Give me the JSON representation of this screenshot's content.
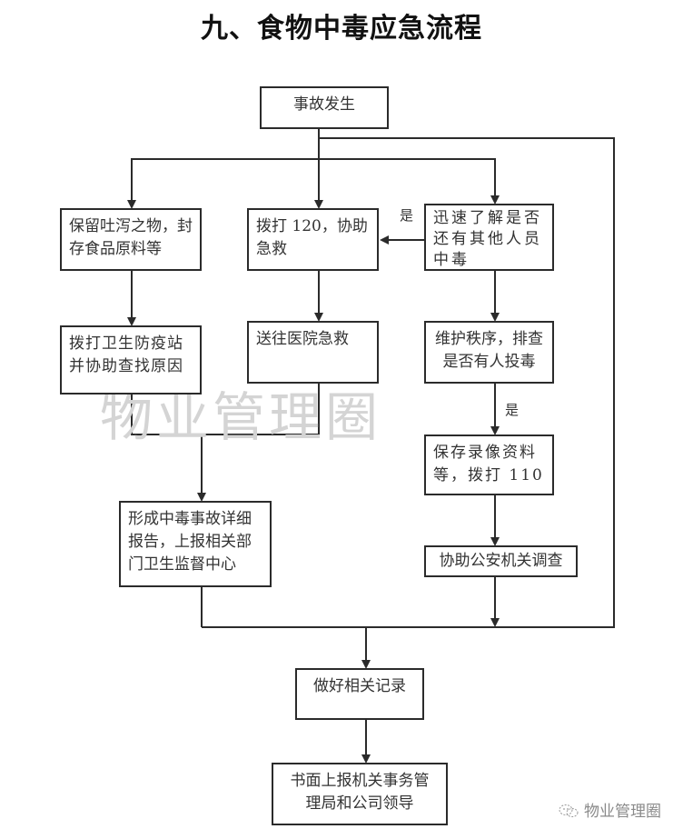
{
  "title": "九、食物中毒应急流程",
  "nodes": {
    "start": {
      "lines": [
        "事故发生"
      ]
    },
    "preserve": {
      "lines": [
        "保留吐泻之物，封",
        "存食品原料等"
      ]
    },
    "call120": {
      "lines": [
        "拨打 120，协助",
        "急救"
      ]
    },
    "check_others": {
      "lines": [
        "迅速了解是否",
        "还有其他人员",
        "中毒"
      ]
    },
    "call_health": {
      "lines": [
        "拨打卫生防疫站",
        "并协助查找原因"
      ]
    },
    "hospital": {
      "lines": [
        "送往医院急救"
      ]
    },
    "order": {
      "lines": [
        "维护秩序，排查",
        "是否有人投毒"
      ]
    },
    "save_video": {
      "lines": [
        "保存录像资料",
        "等，拨打 110"
      ]
    },
    "report": {
      "lines": [
        "形成中毒事故详细",
        "报告，上报相关部",
        "门卫生监督中心"
      ]
    },
    "police": {
      "lines": [
        "协助公安机关调查"
      ]
    },
    "record": {
      "lines": [
        "做好相关记录"
      ]
    },
    "final": {
      "lines": [
        "书面上报机关事务管",
        "理局和公司领导"
      ]
    }
  },
  "labels": {
    "yes_to_120": "是",
    "yes_to_video": "是"
  },
  "watermark": {
    "center_text": "物业管理圈",
    "corner_text": "物业管理圈",
    "corner_icon": "wechat-icon"
  },
  "colors": {
    "line": "#2b2b2b",
    "watermark": "#d4d4d4"
  }
}
